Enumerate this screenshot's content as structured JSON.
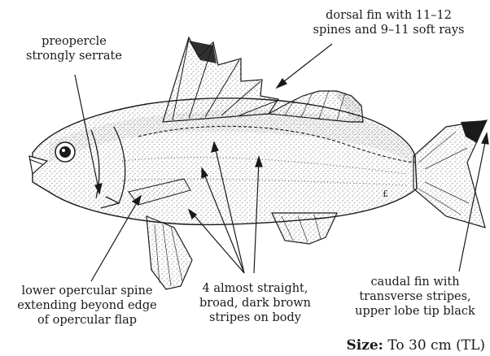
{
  "labels": {
    "dorsal_fin": [
      "dorsal fin with 11–12",
      "spines and 9–11 soft rays"
    ],
    "preopercle": [
      "preopercle",
      "strongly serrate"
    ],
    "opercular_spine": [
      "lower opercular spine",
      "extending beyond edge",
      "of opercular flap"
    ],
    "stripes": [
      "4 almost straight,",
      "broad, dark brown",
      "stripes on body"
    ],
    "caudal_fin": [
      "caudal fin with",
      "transverse stripes,",
      "upper lobe tip black"
    ]
  },
  "size": {
    "label": "Size:",
    "value": "To 30 cm (TL)"
  },
  "signature": "£"
}
